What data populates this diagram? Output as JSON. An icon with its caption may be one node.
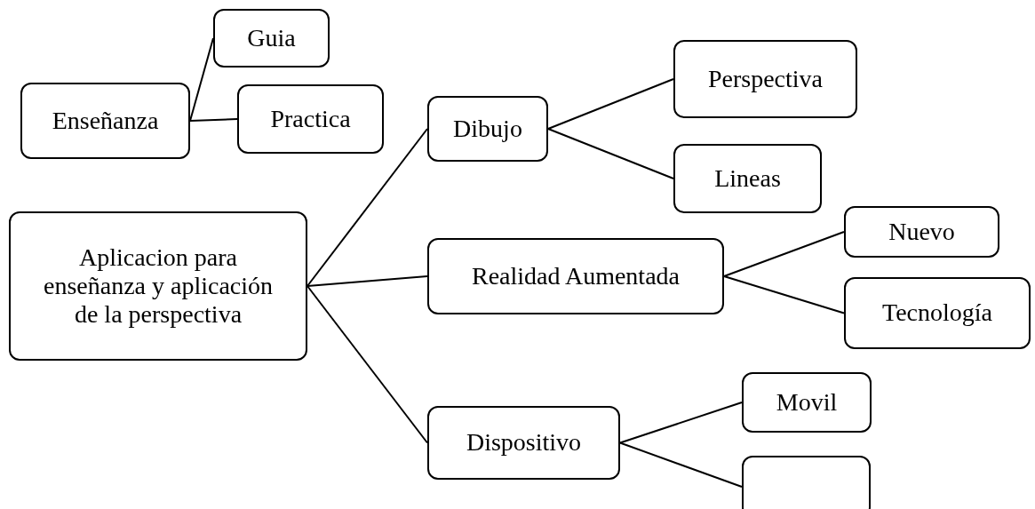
{
  "diagram": {
    "nodes": [
      {
        "text": [
          "Enseñanza"
        ]
      },
      {
        "text": [
          "Guia"
        ]
      },
      {
        "text": [
          "Practica"
        ]
      },
      {
        "text": [
          "Aplicacion para enseñanza y aplicación de la perspectiva"
        ]
      },
      {
        "text": [
          "Dibujo"
        ]
      },
      {
        "text": [
          "Perspectiva"
        ]
      },
      {
        "text": [
          "Lineas"
        ]
      },
      {
        "text": [
          "Realidad Aumentada"
        ]
      },
      {
        "text": [
          "Nuevo"
        ]
      },
      {
        "text": [
          "Tecnología"
        ]
      },
      {
        "text": [
          "Dispositivo"
        ]
      },
      {
        "text": [
          "Movil"
        ]
      },
      {
        "text": [],
        "shape": "box"
      }
    ],
    "edges": [
      {
        "from": 0,
        "to": 1,
        "arrow": "none"
      },
      {
        "from": 0,
        "to": 2,
        "arrow": "none"
      },
      {
        "from": 3,
        "to": 4,
        "arrow": "none"
      },
      {
        "from": 3,
        "to": 7,
        "arrow": "none"
      },
      {
        "from": 3,
        "to": 10,
        "arrow": "none"
      },
      {
        "from": 4,
        "to": 5,
        "arrow": "none"
      },
      {
        "from": 4,
        "to": 6,
        "arrow": "none"
      },
      {
        "from": 7,
        "to": 8,
        "arrow": "none"
      },
      {
        "from": 7,
        "to": 9,
        "arrow": "none"
      },
      {
        "from": 10,
        "to": 11,
        "arrow": "none"
      },
      {
        "from": 10,
        "to": 12,
        "arrow": "none"
      }
    ]
  }
}
